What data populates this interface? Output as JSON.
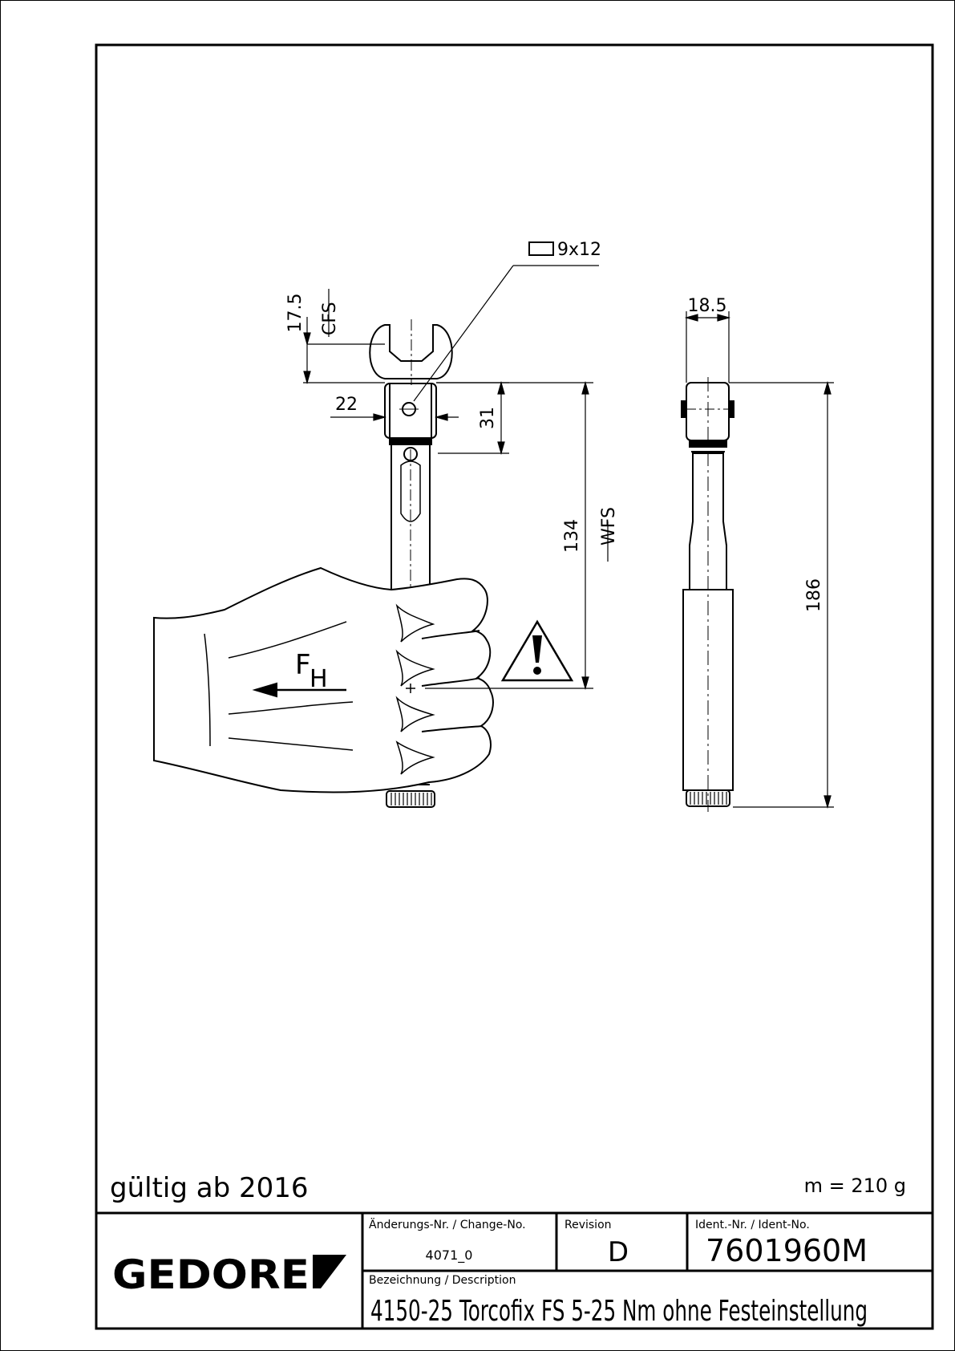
{
  "drawing": {
    "dim_square": "9x12",
    "dim_17_5": "17.5",
    "label_lcfs_l": "l",
    "label_lcfs_sub": "CFS",
    "dim_22": "22",
    "dim_31": "31",
    "dim_134": "134",
    "label_lwfs_l": "l",
    "label_lwfs_sub": "WFS",
    "force_f": "F",
    "force_sub": "H",
    "dim_18_5": "18.5",
    "dim_186": "186"
  },
  "notes": {
    "valid_from": "gültig ab 2016",
    "mass": "m = 210 g"
  },
  "title_block": {
    "logo": "GEDORE",
    "change_label": "Änderungs-Nr. / Change-No.",
    "change_value": "4071_0",
    "revision_label": "Revision",
    "revision_value": "D",
    "ident_label": "Ident.-Nr. / Ident-No.",
    "ident_value": "7601960M",
    "description_label": "Bezeichnung / Description",
    "description_value": "4150-25 Torcofix FS 5-25 Nm ohne Festeinstellung"
  }
}
